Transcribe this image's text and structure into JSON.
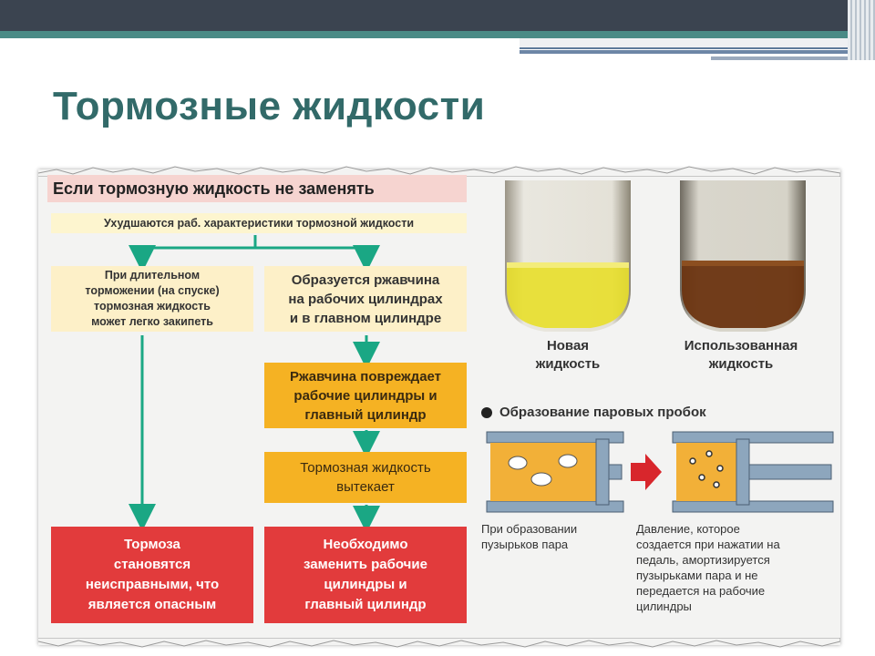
{
  "slide": {
    "title": "Тормозные жидкости"
  },
  "flow": {
    "header": "Если тормозную жидкость не заменять",
    "sub": "Ухудшаются раб. характеристики тормозной жидкости",
    "left_box": [
      "При длительном",
      "торможении (на спуске)",
      "тормозная жидкость",
      "может легко закипеть"
    ],
    "rust_box": [
      "Образуется ржавчина",
      "на рабочих цилиндрах",
      "и в главном цилиндре"
    ],
    "damage_box": [
      "Ржавчина повреждает",
      "рабочие цилиндры и",
      "главный цилиндр"
    ],
    "leak_box": [
      "Тормозная жидкость",
      "вытекает"
    ],
    "result_left": [
      "Тормоза",
      "становятся",
      "неисправными, что",
      "является опасным"
    ],
    "result_right": [
      "Необходимо",
      "заменить рабочие",
      "цилиндры и",
      "главный цилиндр"
    ]
  },
  "fluids": {
    "new_label": [
      "Новая",
      "жидкость"
    ],
    "used_label": [
      "Использованная",
      "жидкость"
    ],
    "new_color": "#e8df2a",
    "used_color": "#6b3410"
  },
  "vapor": {
    "title": "Образование паровых пробок",
    "left_caption": [
      "При образовании",
      "пузырьков пара"
    ],
    "right_caption": [
      "Давление, которое",
      "создается при нажатии на",
      "педаль, амортизируется",
      "пузырьками пара и не",
      "передается на рабочие",
      "цилиндры"
    ]
  },
  "colors": {
    "arrow": "#1aa784",
    "title": "#326a69",
    "red": "#e23b3c",
    "orange": "#f5b223",
    "pale": "#fdf0c8"
  }
}
